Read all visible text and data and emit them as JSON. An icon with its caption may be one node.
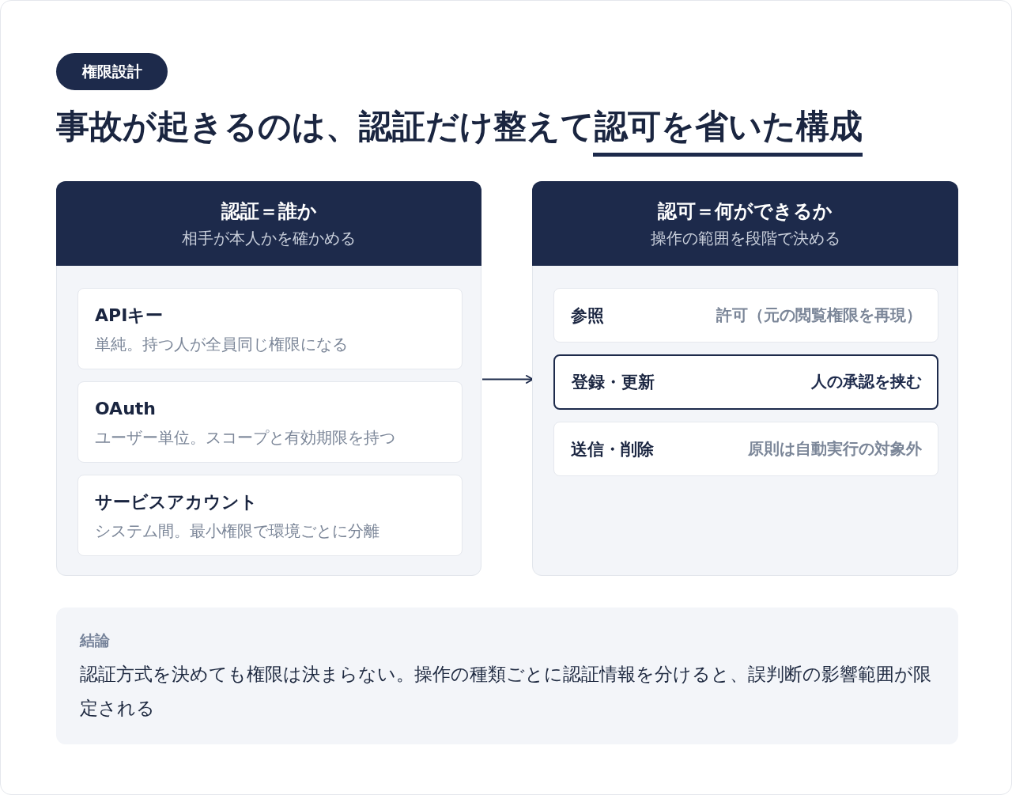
{
  "diagram": {
    "title": "事故が起きるのは、認証だけ整えて認可を省いた構成",
    "nodes": [
      {
        "text": [
          "権限設計"
        ]
      },
      {
        "text": [
          "認証＝誰か",
          "相手が本人かを確かめる"
        ]
      },
      {
        "text": [
          "APIキー",
          "単純。持つ人が全員同じ権限になる"
        ],
        "in": 1
      },
      {
        "text": [
          "OAuth",
          "ユーザー単位。スコープと有効期限を持つ"
        ],
        "in": 1
      },
      {
        "text": [
          "サービスアカウント",
          "システム間。最小権限で環境ごとに分離"
        ],
        "in": 1
      },
      {
        "text": [
          "認可＝何ができるか",
          "操作の範囲を段階で決める"
        ]
      },
      {
        "text": [
          "参照",
          "許可（元の閲覧権限を再現）"
        ],
        "in": 5
      },
      {
        "text": [
          "登録・更新",
          "人の承認を挟む"
        ],
        "in": 5
      },
      {
        "text": [
          "送信・削除",
          "原則は自動実行の対象外"
        ],
        "in": 5
      },
      {
        "text": [
          "結論",
          "認証方式を決めても権限は決まらない。操作の種類ごとに認証情報を分けると、誤判断の影響範囲が限定される"
        ]
      }
    ],
    "edges": [
      {
        "from": 1,
        "to": 5,
        "arrow": "to"
      }
    ]
  }
}
